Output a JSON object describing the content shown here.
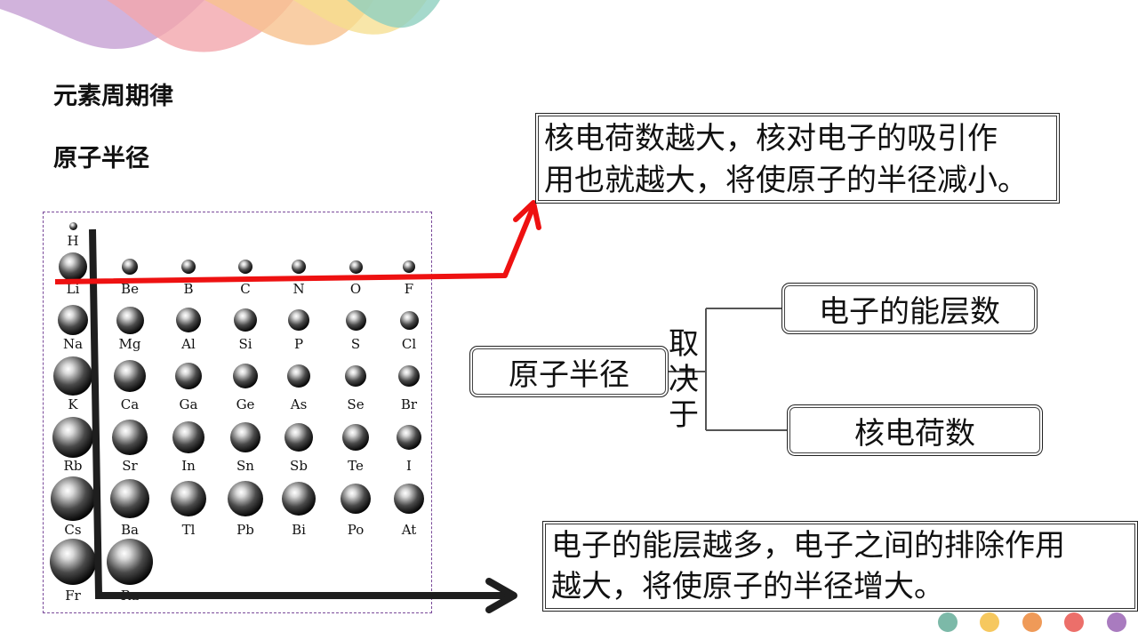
{
  "header": {
    "title": "元素周期律",
    "subtitle": "原子半径"
  },
  "notes": {
    "top_line1": "核电荷数越大，核对电子的吸引作",
    "top_line2": "用也就越大，将使原子的半径减小。",
    "bottom_line1": "电子的能层越多，电子之间的排除作用",
    "bottom_line2": "越大，将使原子的半径增大。"
  },
  "diagram": {
    "root": "原子半径",
    "connector": [
      "取",
      "决",
      "于"
    ],
    "branch1": "电子的能层数",
    "branch2": "核电荷数"
  },
  "periodic_table": {
    "elements": [
      {
        "symbol": "H",
        "size": 9
      },
      {
        "symbol": "Li",
        "size": 32
      },
      {
        "symbol": "Be",
        "size": 18
      },
      {
        "symbol": "B",
        "size": 16
      },
      {
        "symbol": "C",
        "size": 16
      },
      {
        "symbol": "N",
        "size": 16
      },
      {
        "symbol": "O",
        "size": 15
      },
      {
        "symbol": "F",
        "size": 14
      },
      {
        "symbol": "Na",
        "size": 34
      },
      {
        "symbol": "Mg",
        "size": 31
      },
      {
        "symbol": "Al",
        "size": 28
      },
      {
        "symbol": "Si",
        "size": 26
      },
      {
        "symbol": "P",
        "size": 24
      },
      {
        "symbol": "S",
        "size": 23
      },
      {
        "symbol": "Cl",
        "size": 21
      },
      {
        "symbol": "K",
        "size": 44
      },
      {
        "symbol": "Ca",
        "size": 36
      },
      {
        "symbol": "Ga",
        "size": 30
      },
      {
        "symbol": "Ge",
        "size": 28
      },
      {
        "symbol": "As",
        "size": 26
      },
      {
        "symbol": "Se",
        "size": 24
      },
      {
        "symbol": "Br",
        "size": 24
      },
      {
        "symbol": "Rb",
        "size": 46
      },
      {
        "symbol": "Sr",
        "size": 40
      },
      {
        "symbol": "In",
        "size": 36
      },
      {
        "symbol": "Sn",
        "size": 34
      },
      {
        "symbol": "Sb",
        "size": 32
      },
      {
        "symbol": "Te",
        "size": 30
      },
      {
        "symbol": "I",
        "size": 28
      },
      {
        "symbol": "Cs",
        "size": 50
      },
      {
        "symbol": "Ba",
        "size": 44
      },
      {
        "symbol": "Tl",
        "size": 40
      },
      {
        "symbol": "Pb",
        "size": 40
      },
      {
        "symbol": "Bi",
        "size": 38
      },
      {
        "symbol": "Po",
        "size": 34
      },
      {
        "symbol": "At",
        "size": 34
      },
      {
        "symbol": "Fr",
        "size": 52
      },
      {
        "symbol": "Ra",
        "size": 52
      }
    ]
  },
  "colors": {
    "red_arrow": "#ee1111",
    "black_arrow": "#1e1e1e",
    "dots": [
      "#7cb9a8",
      "#f6c85f",
      "#ef9a58",
      "#ec6f6a",
      "#a97bbf"
    ]
  }
}
